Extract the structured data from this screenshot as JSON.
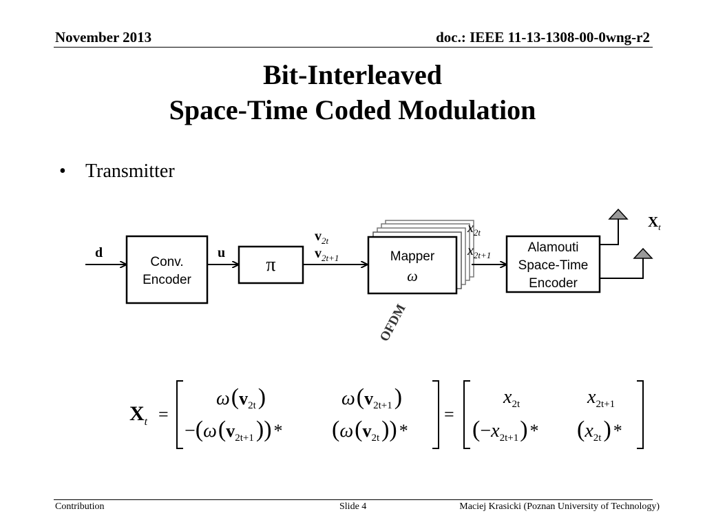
{
  "header": {
    "date": "November 2013",
    "doc_id": "doc.: IEEE 11-13-1308-00-0wng-r2"
  },
  "slide": {
    "title_line1": "Bit-Interleaved",
    "title_line2": "Space-Time Coded Modulation",
    "bullet_marker": "•",
    "bullet_text": "Transmitter"
  },
  "diagram": {
    "input_label": "d",
    "encoder_line1": "Conv.",
    "encoder_line2": "Encoder",
    "encoded_label": "u",
    "interleaver_symbol": "π",
    "v_base": "v",
    "sub_2t": "2t",
    "sub_2t1": "2t+1",
    "mapper_label": "Mapper",
    "mapper_symbol": "ω",
    "x_base": "x",
    "alamouti_line1": "Alamouti",
    "alamouti_line2": "Space-Time",
    "alamouti_line3": "Encoder",
    "output_base": "X",
    "output_sub": "t",
    "ofdm_label": "OFDM"
  },
  "equation": {
    "lhs_base": "X",
    "lhs_sub": "t",
    "equals": "=",
    "omega": "ω",
    "v": "v",
    "x": "x",
    "sub_2t": "2t",
    "sub_2t1": "2t+1",
    "minus": "−",
    "star": "*"
  },
  "footer": {
    "left": "Contribution",
    "center": "Slide 4",
    "right": "Maciej Krasicki (Poznan University of Technology)"
  }
}
